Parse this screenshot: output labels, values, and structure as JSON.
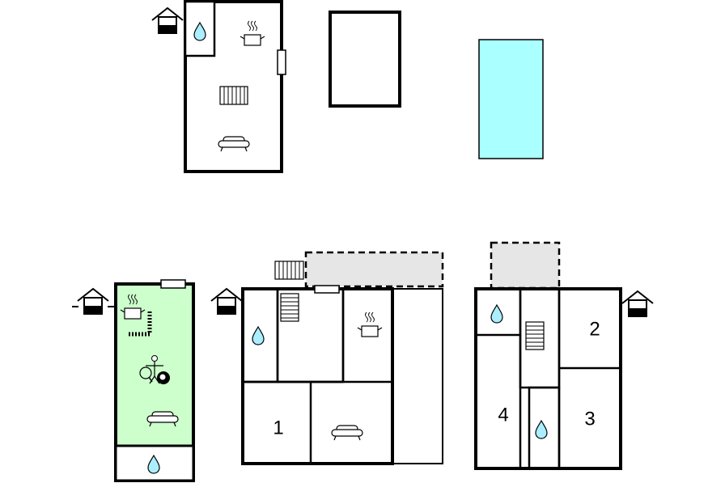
{
  "colors": {
    "background": "#ffffff",
    "wall": "#000000",
    "pool": "#aaffff",
    "living_area": "#ccffcc",
    "terrace": "#e6e6e6",
    "water_icon": "#aaeeff"
  },
  "room_labels": {
    "room_1": "1",
    "room_2": "2",
    "room_3": "3",
    "room_4": "4"
  },
  "icons": [
    "house-entrance-icon",
    "water-drop-icon",
    "cooking-pot-icon",
    "radiator-icon",
    "sofa-icon",
    "staircase-icon",
    "table-tennis-icon",
    "billiard-ball-icon",
    "window-icon"
  ]
}
